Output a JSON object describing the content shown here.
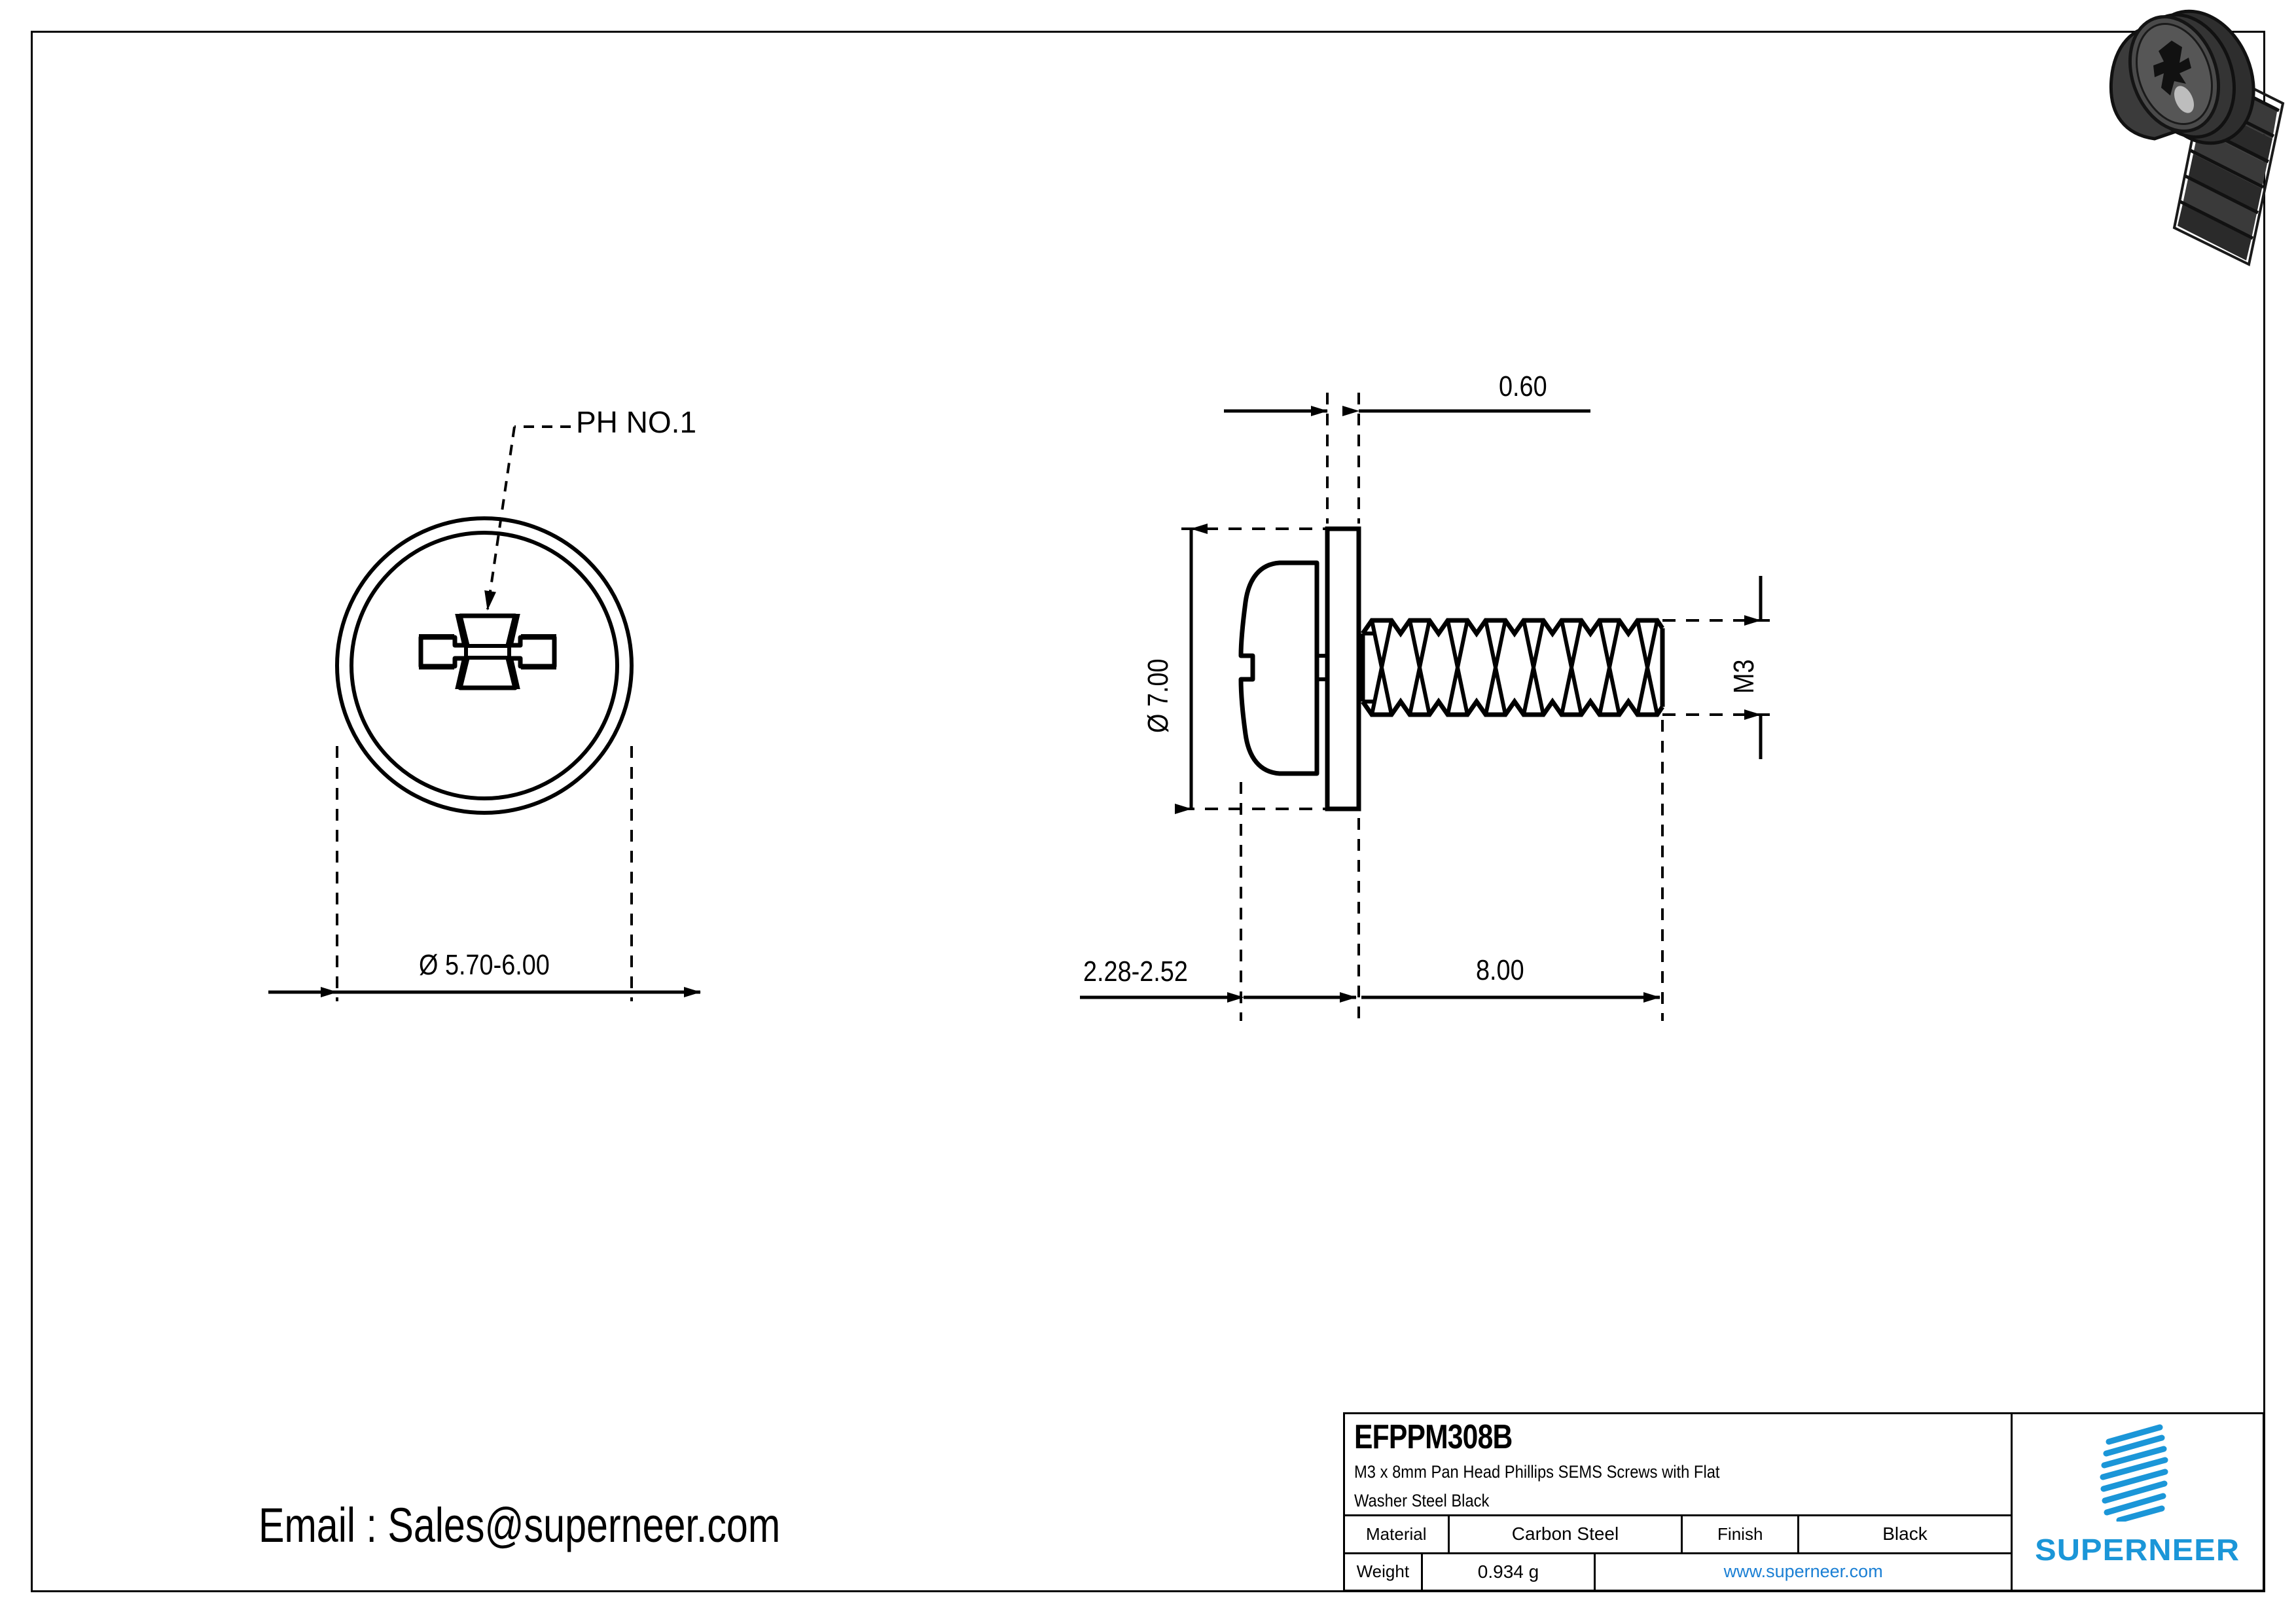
{
  "sheet": {
    "email_line": "Email : Sales@superneer.com"
  },
  "views": {
    "top_view": {
      "callout": "PH NO.1",
      "diameter_dim": "Ø 5.70-6.00"
    },
    "side_view": {
      "washer_thickness": "0.60",
      "head_diameter": "Ø 7.00",
      "thread_size": "M3",
      "head_height": "2.28-2.52",
      "thread_length": "8.00"
    }
  },
  "title_block": {
    "part_number": "EFPPM308B",
    "description_line1": "M3 x 8mm Pan Head Phillips SEMS Screws with  Flat",
    "description_line2": "Washer Steel Black",
    "material_label": "Material",
    "material_value": "Carbon Steel",
    "finish_label": "Finish",
    "finish_value": "Black",
    "weight_label": "Weight",
    "weight_value": "0.934 g",
    "website": "www.superneer.com",
    "brand": "SUPERNEER",
    "brand_color": "#1b96d8",
    "link_color": "#1a7fd4"
  }
}
